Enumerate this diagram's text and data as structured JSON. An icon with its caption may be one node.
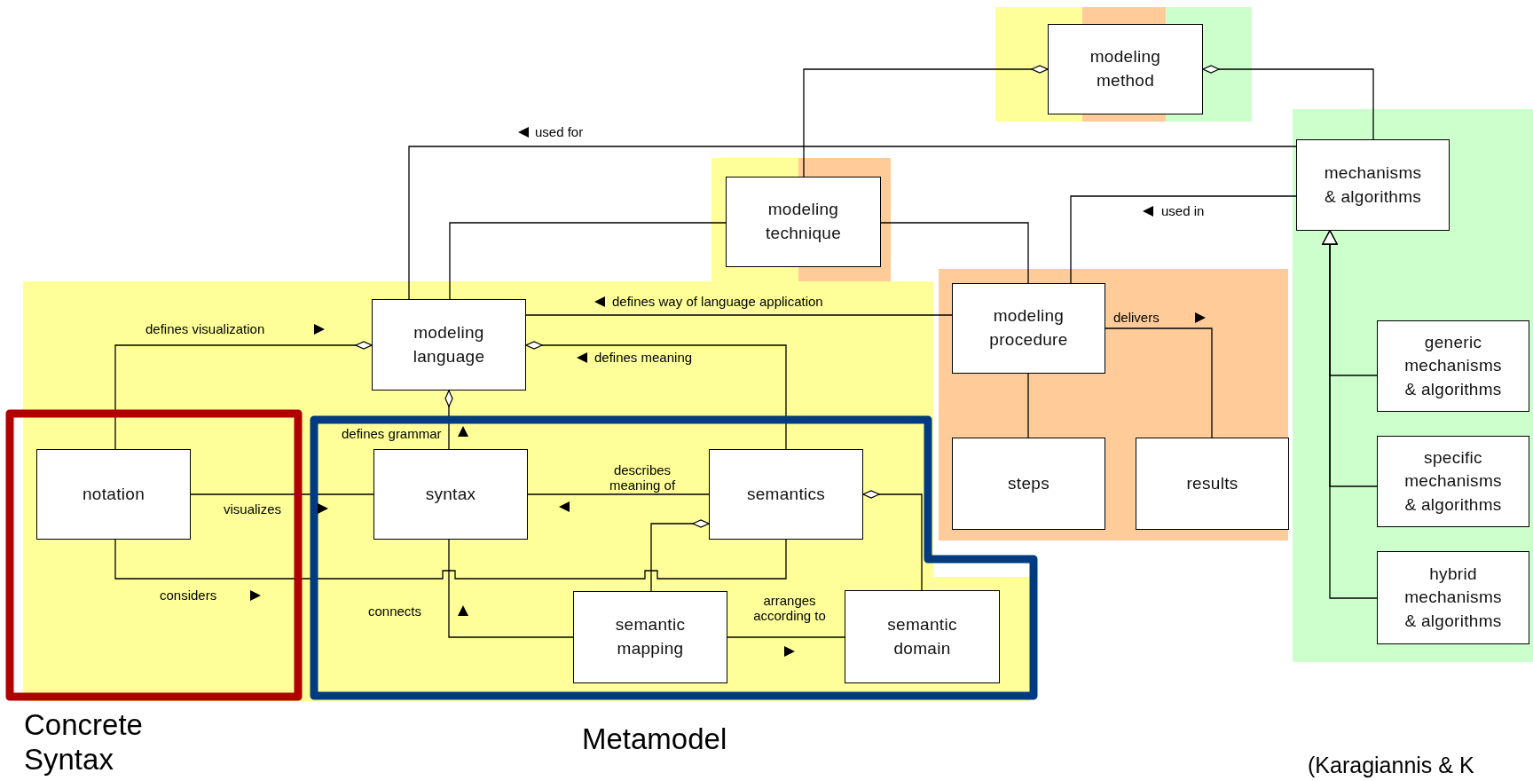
{
  "diagram": {
    "nodes": [
      {
        "text": [
          "modeling method"
        ]
      },
      {
        "text": [
          "mechanisms & algorithms"
        ]
      },
      {
        "text": [
          "modeling technique"
        ]
      },
      {
        "text": [
          "modeling language"
        ]
      },
      {
        "text": [
          "modeling procedure"
        ]
      },
      {
        "text": [
          "generic mechanisms & algorithms"
        ]
      },
      {
        "text": [
          "Concrete Syntax"
        ]
      },
      {
        "text": [
          "notation"
        ],
        "in": 6
      },
      {
        "text": [
          "Metamodel"
        ]
      },
      {
        "text": [
          "syntax"
        ],
        "in": 8
      },
      {
        "text": [
          "semantics"
        ],
        "in": 8
      },
      {
        "text": [
          "steps"
        ]
      },
      {
        "text": [
          "results"
        ]
      },
      {
        "text": [
          "specific mechanisms & algorithms"
        ]
      },
      {
        "text": [
          "semantic mapping"
        ],
        "in": 8
      },
      {
        "text": [
          "semantic domain"
        ],
        "in": 8
      },
      {
        "text": [
          "hybrid mechanisms & algorithms"
        ]
      }
    ],
    "edges": [
      {
        "from": 0,
        "to": 2,
        "arrow": "other"
      },
      {
        "from": 0,
        "to": 1,
        "arrow": "other"
      },
      {
        "from": 1,
        "to": 3,
        "arrow": "none",
        "label": "used for"
      },
      {
        "from": 2,
        "to": 3,
        "arrow": "none"
      },
      {
        "from": 2,
        "to": 4,
        "arrow": "none"
      },
      {
        "from": 1,
        "to": 4,
        "arrow": "none",
        "label": "used in"
      },
      {
        "from": 3,
        "to": 4,
        "arrow": "none",
        "label": "defines way of language application"
      },
      {
        "from": 3,
        "to": 7,
        "arrow": "other",
        "label": "defines visualization"
      },
      {
        "from": 3,
        "to": 10,
        "arrow": "other",
        "label": "defines meaning"
      },
      {
        "from": 3,
        "to": 9,
        "arrow": "other",
        "label": "defines grammar"
      },
      {
        "from": 7,
        "to": 9,
        "arrow": "none",
        "label": "visualizes"
      },
      {
        "from": 10,
        "to": 9,
        "arrow": "none",
        "label": "describes meaning of"
      },
      {
        "from": 7,
        "to": 10,
        "arrow": "none",
        "label": "considers"
      },
      {
        "from": 14,
        "to": 9,
        "arrow": "none",
        "label": "connects"
      },
      {
        "from": 10,
        "to": 14,
        "arrow": "other"
      },
      {
        "from": 14,
        "to": 15,
        "arrow": "none",
        "label": "arranges according to"
      },
      {
        "from": 10,
        "to": 15,
        "arrow": "other"
      },
      {
        "from": 4,
        "to": 12,
        "arrow": "none",
        "label": "delivers"
      },
      {
        "from": 4,
        "to": 11,
        "arrow": "none"
      },
      {
        "from": 5,
        "to": 1,
        "arrow": "to"
      },
      {
        "from": 13,
        "to": 1,
        "arrow": "to"
      },
      {
        "from": 16,
        "to": 1,
        "arrow": "to"
      }
    ],
    "labels": [
      "(Karagiannis & K"
    ]
  }
}
